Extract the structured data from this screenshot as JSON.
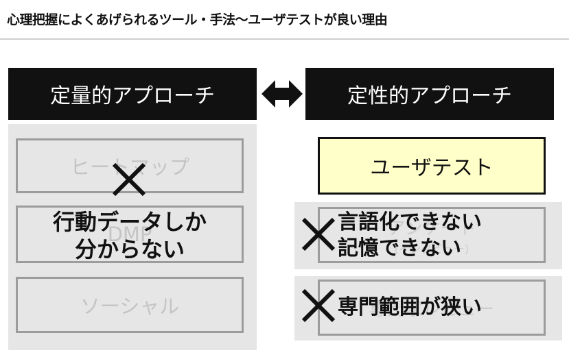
{
  "title": "心理把握によくあげられるツール・手法～ユーザテストが良い理由",
  "left": {
    "header": "定量的アプローチ",
    "items": [
      "ヒートマップ",
      "DMP",
      "ソーシャル"
    ],
    "overlay_line1": "行動データしか",
    "overlay_line2": "分からない"
  },
  "right": {
    "header": "定性的アプローチ",
    "highlight": "ユーザテスト",
    "item1_faint": "アンケート",
    "item1_faint_sub": "(インタビュー)",
    "overlay1_line1": "言語化できない",
    "overlay1_line2": "記憶できない",
    "item2_faint": "専門家レビュー",
    "overlay2": "専門範囲が狭い"
  },
  "colors": {
    "header_bg": "#111111",
    "panel_bg": "#e6e6e6",
    "highlight_bg": "#ffffc9"
  },
  "icons": [
    "double-arrow-icon",
    "cross-mark-icon"
  ]
}
